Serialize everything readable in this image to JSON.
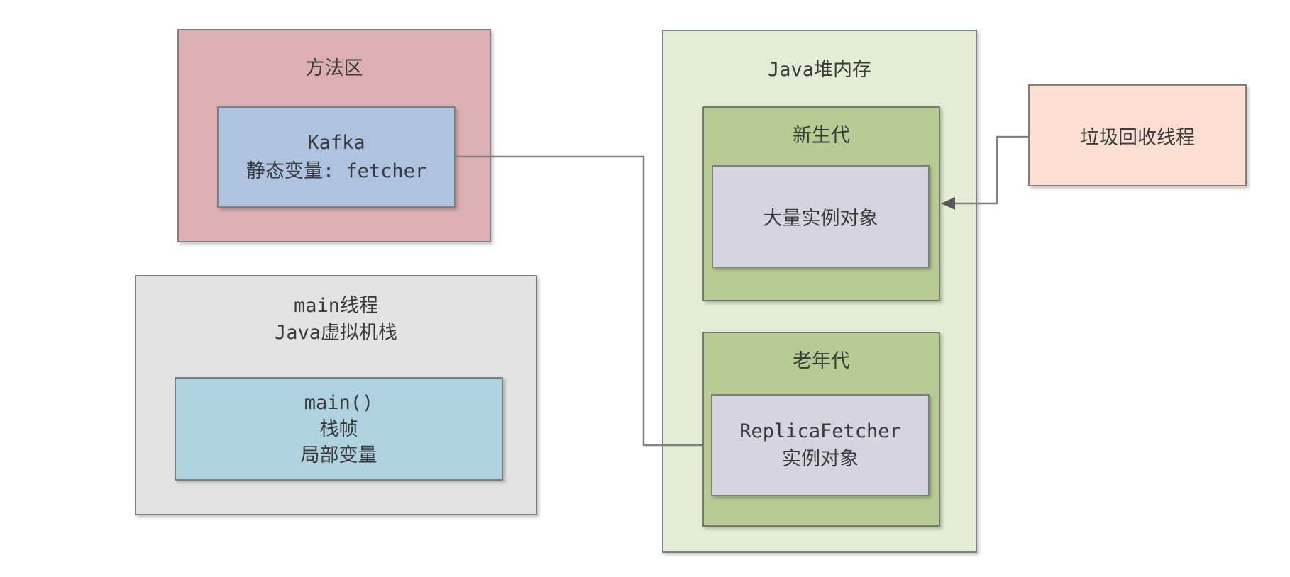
{
  "diagram": {
    "colors": {
      "background": "#ffffff",
      "connector": "#808080",
      "arrowhead": "#595959",
      "text": "#3a3a3a",
      "border": "#7f7f7f",
      "method_area_fill": "#dcb0b3",
      "kafka_fill": "#aec3e0",
      "vm_stack_fill": "#e3e3e3",
      "main_frame_fill": "#afd2e0",
      "heap_fill": "#e3ecd4",
      "generation_fill": "#b6cc92",
      "object_fill": "#d5d4df",
      "gc_thread_fill": "#fcdfd2"
    },
    "nodes": {
      "method_area": {
        "title": "方法区"
      },
      "kafka": {
        "line1": "Kafka",
        "line2": "静态变量: fetcher"
      },
      "vm_stack": {
        "line1": "main线程",
        "line2": "Java虚拟机栈"
      },
      "main_frame": {
        "line1": "main()",
        "line2": "栈帧",
        "line3": "局部变量"
      },
      "heap": {
        "title": "Java堆内存"
      },
      "young_gen": {
        "title": "新生代"
      },
      "young_obj": {
        "line1": "大量实例对象"
      },
      "old_gen": {
        "title": "老年代"
      },
      "old_obj": {
        "line1": "ReplicaFetcher",
        "line2": "实例对象"
      },
      "gc_thread": {
        "title": "垃圾回收线程"
      }
    },
    "connectors": [
      {
        "name": "kafka-static-ref-to-old-gen",
        "from": "kafka",
        "to": "old_gen",
        "arrow": "none"
      },
      {
        "name": "gc-thread-to-young-objects",
        "from": "gc_thread",
        "to": "young_obj",
        "arrow": "left"
      }
    ]
  }
}
